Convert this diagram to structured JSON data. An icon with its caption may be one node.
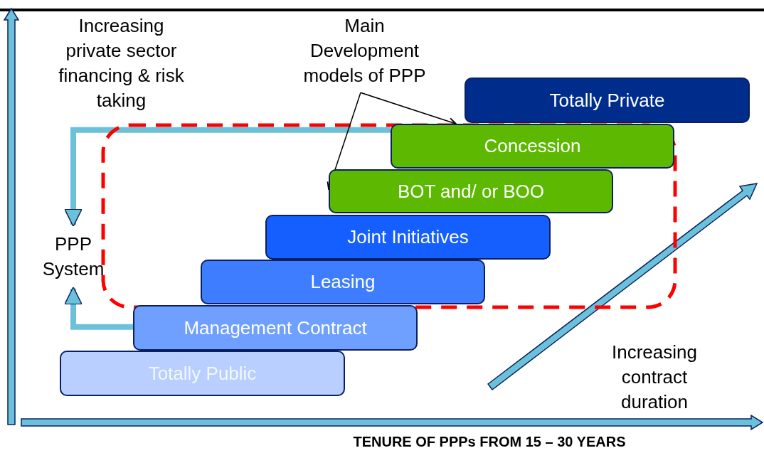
{
  "diagram": {
    "nodes": [
      {
        "text": [
          "Totally Private"
        ]
      },
      {
        "text": [
          "Concession"
        ]
      },
      {
        "text": [
          "BOT and/ or BOO"
        ]
      },
      {
        "text": [
          "Joint Initiatives"
        ]
      },
      {
        "text": [
          "Leasing"
        ]
      },
      {
        "text": [
          "Management Contract"
        ]
      },
      {
        "text": [
          "Totally Public"
        ]
      },
      {
        "text": [
          "Main Development models of PPP"
        ]
      },
      {
        "text": [
          "PPP System"
        ]
      }
    ],
    "edges": [
      {
        "from": 7,
        "to": 1,
        "arrow": "to"
      },
      {
        "from": 7,
        "to": 2,
        "arrow": "to"
      },
      {
        "from": 1,
        "to": 8,
        "arrow": "to",
        "style": "thick",
        "color": "#6bc1da"
      },
      {
        "from": 5,
        "to": 8,
        "arrow": "to",
        "style": "thick",
        "color": "#6bc1da"
      }
    ],
    "labels": [
      "Increasing private sector financing & risk taking",
      "Increasing contract duration",
      "TENURE OF PPPs FROM 15 – 30 YEARS"
    ]
  }
}
